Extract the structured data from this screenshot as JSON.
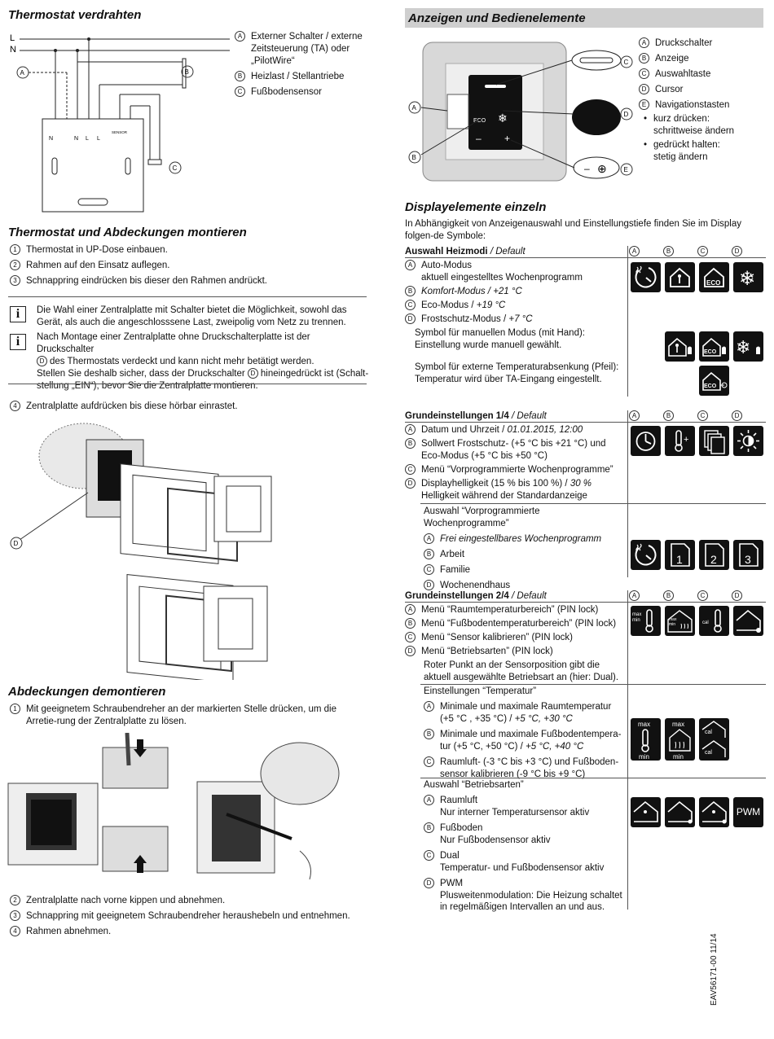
{
  "left": {
    "wiring": {
      "title": "Thermostat verdrahten",
      "line_l": "L",
      "line_n": "N",
      "legend": [
        {
          "key": "A",
          "text": "Externer Schalter / externe Zeitsteuerung (TA) oder „PilotWire“"
        },
        {
          "key": "B",
          "text": "Heizlast / Stellantriebe"
        },
        {
          "key": "C",
          "text": "Fußbodensensor"
        }
      ],
      "terminals": [
        "N",
        "N",
        "L",
        "L"
      ],
      "sensor_label": "SENSOR"
    },
    "mount": {
      "title": "Thermostat und Abdeckungen montieren",
      "steps": [
        {
          "n": "1",
          "text": "Thermostat in UP-Dose einbauen."
        },
        {
          "n": "2",
          "text": "Rahmen auf den Einsatz auflegen."
        },
        {
          "n": "3",
          "text": "Schnappring eindrücken bis dieser den Rahmen andrückt."
        }
      ],
      "info1": "Die Wahl einer Zentralplatte mit Schalter bietet die Möglichkeit, sowohl das Gerät, als auch die angeschlosssene Last, zweipolig vom Netz zu trennen.",
      "info2_a": "Nach Montage einer Zentralplatte ohne Druckschalterplatte ist der Druckschalter",
      "info2_b": "des Thermostats verdeckt und kann nicht mehr betätigt werden.",
      "info2_c": "Stellen Sie deshalb sicher, dass der Druckschalter",
      "info2_d": "hineingedrückt ist (Schalt-stellung „EIN“), bevor Sie die Zentralplatte montieren.",
      "step4": {
        "n": "4",
        "text": "Zentralplatte aufdrücken bis diese hörbar einrastet."
      }
    },
    "demount": {
      "title": "Abdeckungen demontieren",
      "step1": {
        "n": "1",
        "text": "Mit geeignetem Schraubendreher an der markierten Stelle drücken, um die Arretie-rung der Zentralplatte zu lösen."
      },
      "steps": [
        {
          "n": "2",
          "text": "Zentralplatte nach vorne kippen und abnehmen."
        },
        {
          "n": "3",
          "text": "Schnappring mit geeignetem Schraubendreher heraushebeln und entnehmen."
        },
        {
          "n": "4",
          "text": "Rahmen abnehmen."
        }
      ]
    }
  },
  "right": {
    "controls": {
      "title": "Anzeigen und Bedienelemente",
      "legend": [
        {
          "key": "A",
          "text": "Druckschalter"
        },
        {
          "key": "B",
          "text": "Anzeige"
        },
        {
          "key": "C",
          "text": "Auswahltaste"
        },
        {
          "key": "D",
          "text": "Cursor"
        },
        {
          "key": "E",
          "text": "Navigationstasten"
        }
      ],
      "bullets": [
        "kurz drücken: schrittweise ändern",
        "gedrückt halten: stetig ändern"
      ]
    },
    "display": {
      "title": "Displayelemente einzeln",
      "intro": "In Abhängigkeit von Anzeigenauswahl und Einstellungstiefe finden Sie im Display folgen-de Symbole:"
    },
    "heizmodi": {
      "head": "Auswahl Heizmodi",
      "default": "/ Default",
      "items": [
        {
          "key": "A",
          "text": "Auto-Modus",
          "sub": "aktuell eingestelltes Wochenprogramm"
        },
        {
          "key": "B",
          "text": "Komfort-Modus / +21 °C"
        },
        {
          "key": "C",
          "text": "Eco-Modus / ",
          "val": "+19 °C"
        },
        {
          "key": "D",
          "text": "Frostschutz-Modus / ",
          "val": "+7 °C"
        }
      ],
      "manual": "Symbol für manuellen Modus (mit Hand): Einstellung wurde manuell gewählt.",
      "external": "Symbol für externe Temperaturabsenkung (Pfeil): Temperatur wird über TA-Eingang eingestellt.",
      "eco": "ECO"
    },
    "grund1": {
      "head": "Grundeinstellungen 1/4",
      "default": "/ Default",
      "items": [
        {
          "key": "A",
          "text": "Datum und Uhrzeit / ",
          "val": "01.01.2015, 12:00"
        },
        {
          "key": "B",
          "text": "Sollwert Frostschutz- (+5 °C bis +21 °C) und Eco-Modus (+5 °C bis +50 °C)"
        },
        {
          "key": "C",
          "text": "Menü “Vorprogrammierte Wochenprogramme”"
        },
        {
          "key": "D",
          "text": "Displayhelligkeit (15 % bis 100 %) / ",
          "val": "30 %",
          "sub": "Helligkeit während der Standardanzeige"
        }
      ],
      "sub_head": "Auswahl “Vorprogrammierte Wochenprogramme”",
      "sub_items": [
        {
          "key": "A",
          "text": "Frei eingestellbares Wochenprogramm"
        },
        {
          "key": "B",
          "text": "Arbeit"
        },
        {
          "key": "C",
          "text": "Familie"
        },
        {
          "key": "D",
          "text": "Wochenendhaus"
        }
      ],
      "nums": [
        "1",
        "2",
        "3"
      ]
    },
    "grund2": {
      "head": "Grundeinstellungen 2/4",
      "default": "/ Default",
      "items": [
        {
          "key": "A",
          "text": "Menü “Raumtemperaturbereich” (PIN lock)"
        },
        {
          "key": "B",
          "text": "Menü “Fußbodentemperaturbereich” (PIN lock)"
        },
        {
          "key": "C",
          "text": "Menü “Sensor kalibrieren” (PIN lock)"
        },
        {
          "key": "D",
          "text": "Menü “Betriebsarten” (PIN lock)",
          "sub": "Roter Punkt an der Sensorposition gibt die aktuell ausgewählte Betriebsart an (hier: Dual)."
        }
      ],
      "temp_head": "Einstellungen “Temperatur”",
      "temp_items": [
        {
          "key": "A",
          "text": "Minimale und maximale Raumtemperatur (+5 °C , +35 °C) / ",
          "val": "+5 °C, +30 °C"
        },
        {
          "key": "B",
          "text": "Minimale und maximale Fußbodentempera-tur (+5 °C, +50 °C) / ",
          "val": "+5 °C, +40 °C"
        },
        {
          "key": "C",
          "text": "Raumluft- (-3 °C bis +3 °C) und Fußboden-sensor kalibrieren (-9 °C bis +9 °C)"
        }
      ],
      "mode_head": "Auswahl “Betriebsarten”",
      "mode_items": [
        {
          "key": "A",
          "text": "Raumluft",
          "sub": "Nur interner Temperatursensor aktiv"
        },
        {
          "key": "B",
          "text": "Fußboden",
          "sub": "Nur Fußbodensensor aktiv"
        },
        {
          "key": "C",
          "text": "Dual",
          "sub": "Temperatur- und Fußbodensensor aktiv"
        },
        {
          "key": "D",
          "text": "PWM",
          "sub": "Plusweitenmodulation: Die Heizung schaltet in regelmäßigen Intervallen an und aus."
        }
      ],
      "icon_max": "max",
      "icon_min": "min",
      "icon_cal": "cal",
      "pwm": "PWM"
    },
    "col_keys": [
      "A",
      "B",
      "C",
      "D"
    ]
  },
  "doc_number": "EAV56171-00 11/14"
}
